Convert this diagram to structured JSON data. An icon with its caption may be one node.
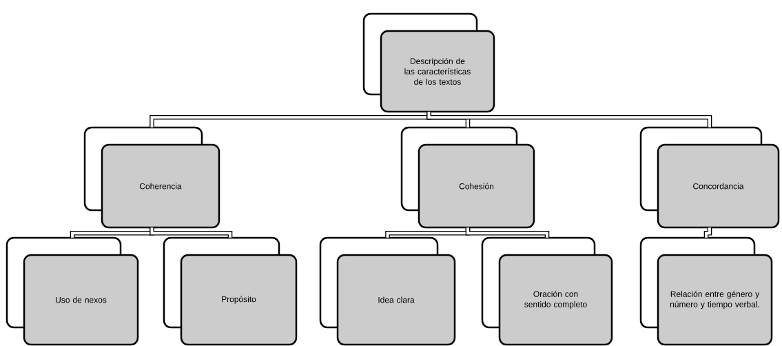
{
  "diagram": {
    "nodes": [
      {
        "text": [
          "Descripción de las características de los textos"
        ]
      },
      {
        "text": [
          "Coherencia"
        ]
      },
      {
        "text": [
          "Cohesión"
        ]
      },
      {
        "text": [
          "Concordancia"
        ]
      },
      {
        "text": [
          "Uso de nexos"
        ]
      },
      {
        "text": [
          "Propósito"
        ]
      },
      {
        "text": [
          "Idea clara"
        ]
      },
      {
        "text": [
          "Oración con sentido completo"
        ]
      },
      {
        "text": [
          "Relación entre género y número y tiempo verbal."
        ]
      }
    ],
    "edges": [
      {
        "from": 0,
        "to": 1,
        "arrow": "none"
      },
      {
        "from": 0,
        "to": 2,
        "arrow": "none"
      },
      {
        "from": 0,
        "to": 3,
        "arrow": "none"
      },
      {
        "from": 1,
        "to": 4,
        "arrow": "none"
      },
      {
        "from": 1,
        "to": 5,
        "arrow": "none"
      },
      {
        "from": 2,
        "to": 6,
        "arrow": "none"
      },
      {
        "from": 2,
        "to": 7,
        "arrow": "none"
      },
      {
        "from": 3,
        "to": 8,
        "arrow": "none"
      }
    ]
  }
}
